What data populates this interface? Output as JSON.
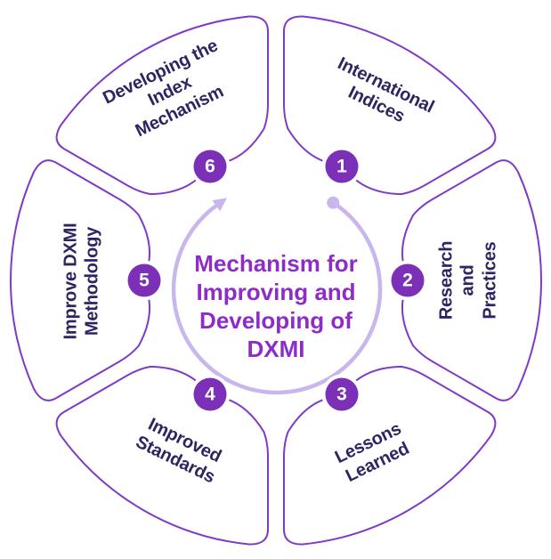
{
  "center": {
    "label": "Mechanism for\nImproving and\nDeveloping of\nDXMI"
  },
  "segments": [
    {
      "number": "1",
      "label": "International\nIndices"
    },
    {
      "number": "2",
      "label": "Research and\nPractices"
    },
    {
      "number": "3",
      "label": "Lessons\nLearned"
    },
    {
      "number": "4",
      "label": "Improved\nStandards"
    },
    {
      "number": "5",
      "label": "Improve DXMI\nMethodology"
    },
    {
      "number": "6",
      "label": "Developing the\nIndex\nMechanism"
    }
  ],
  "colors": {
    "background": "#ffffff",
    "outline": "#7f3ac6",
    "badge": "#7c2fb7",
    "badge_text": "#ffffff",
    "label": "#2b2564",
    "center_text": "#8d2cc9",
    "ring": "#c9b6ec"
  }
}
